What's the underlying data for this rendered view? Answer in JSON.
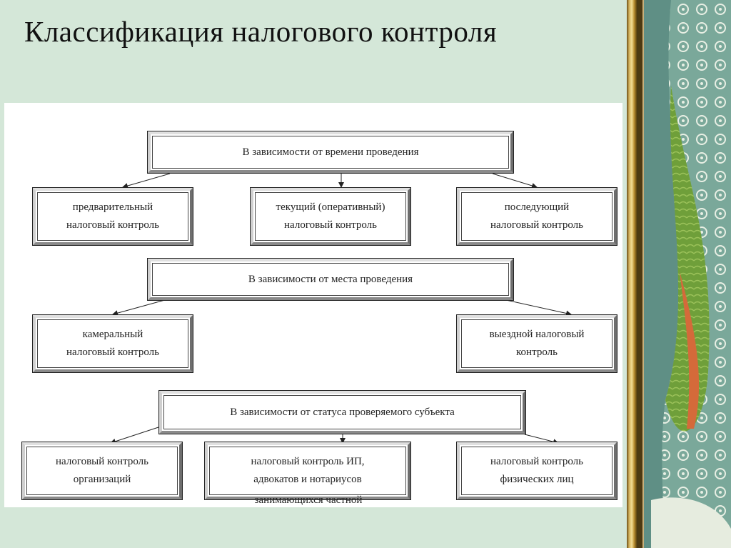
{
  "title": "Классификация налогового контроля",
  "groups": [
    {
      "header": "В зависимости от времени проведения",
      "items": [
        "предварительный\nналоговый контроль",
        "текущий (оперативный)\nналоговый контроль",
        "последующий\nналоговый контроль"
      ]
    },
    {
      "header": "В зависимости от места проведения",
      "items": [
        "камеральный\nналоговый контроль",
        "выездной налоговый\nконтроль"
      ]
    },
    {
      "header": "В зависимости от статуса проверяемого субъекта",
      "items": [
        "налоговый контроль\nорганизаций",
        "налоговый контроль ИП,\nадвокатов и нотариусов",
        "налоговый контроль\nфизических лиц"
      ],
      "overflow_text": "занимающихся частной"
    }
  ],
  "colors": {
    "slide_background": "#d4e7d8",
    "panel": "#ffffff",
    "accent_gold": "#d7b560",
    "deco_teal": "#5f9d8f",
    "deco_green": "#7fae3e"
  }
}
